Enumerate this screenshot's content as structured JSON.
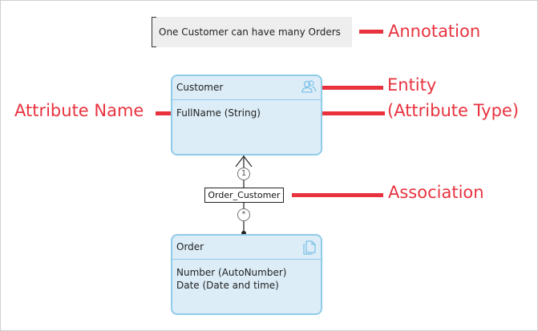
{
  "annotation": {
    "text": "One Customer can have many Orders"
  },
  "customer_entity": {
    "name": "Customer",
    "attributes": [
      "FullName (String)"
    ],
    "icon": "person-icon"
  },
  "order_entity": {
    "name": "Order",
    "attributes": [
      "Number (AutoNumber)",
      "Date (Date and time)"
    ],
    "icon": "documents-icon"
  },
  "association": {
    "name": "Order_Customer",
    "customer_multiplicity": "1",
    "order_multiplicity": "*"
  },
  "callouts": {
    "annotation": "Annotation",
    "entity": "Entity",
    "attribute_name": "Attribute Name",
    "attribute_type": "(Attribute Type)",
    "association": "Association"
  },
  "colors": {
    "callout": "#e8333f",
    "entity_fill": "#dcedf8",
    "entity_border": "#90cbe8",
    "annotation_fill": "#eeeeee"
  }
}
